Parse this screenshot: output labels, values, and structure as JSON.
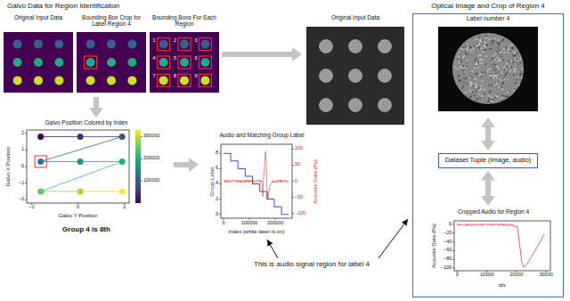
{
  "diagram": {
    "title": "Galvo Data for Region Identification",
    "nodes": [
      {
        "text": [
          "Original Input Data"
        ]
      },
      {
        "text": [
          "Bounding Box Crop for Label Region 4"
        ]
      },
      {
        "text": [
          "Bounding Boxs For Each Region"
        ]
      },
      {
        "text": [
          "Galvo Position Colored by Index",
          "Group 4 is 8th"
        ]
      },
      {
        "text": [
          "Audio and Matching Group Label"
        ]
      },
      {
        "text": [
          "Original Input Data"
        ]
      },
      {
        "text": [
          "Optical Image and Crop of Region 4"
        ]
      },
      {
        "text": [
          "Label number 4"
        ],
        "in": 6
      },
      {
        "text": [
          "Dataset Tuple (Image, audio)"
        ],
        "in": 6
      },
      {
        "text": [
          "Cropped Audio for Region 4"
        ],
        "in": 6
      }
    ],
    "edges": [
      {
        "from": 2,
        "to": 5,
        "arrow": "to"
      },
      {
        "from": 1,
        "to": 3,
        "arrow": "to"
      },
      {
        "from": 3,
        "to": 4,
        "arrow": "to"
      },
      {
        "from": 7,
        "to": 8,
        "arrow": "both"
      },
      {
        "from": 8,
        "to": 9,
        "arrow": "both"
      }
    ],
    "labels": [
      "1",
      "2",
      "3",
      "4",
      "5",
      "6",
      "7",
      "8",
      "9",
      "2",
      "1",
      "0",
      "−1",
      "−2",
      "−2",
      "0",
      "2",
      "Galvo Y Position",
      "Galvo X Position",
      "300000",
      "200000",
      "100000",
      "8",
      "6",
      "4",
      "2",
      "0",
      "100",
      "50",
      "0",
      "−50",
      "−100",
      "0",
      "100000",
      "200000",
      "Group Label",
      "Acoustic Data (Pa)",
      "Index (while laser is on)",
      "0",
      "−20",
      "−40",
      "−60",
      "−80",
      "−100",
      "0",
      "10000",
      "20000",
      "30000",
      "Acoustic Data (Pa)",
      "idx",
      "This is audio signal region for label 4"
    ]
  }
}
